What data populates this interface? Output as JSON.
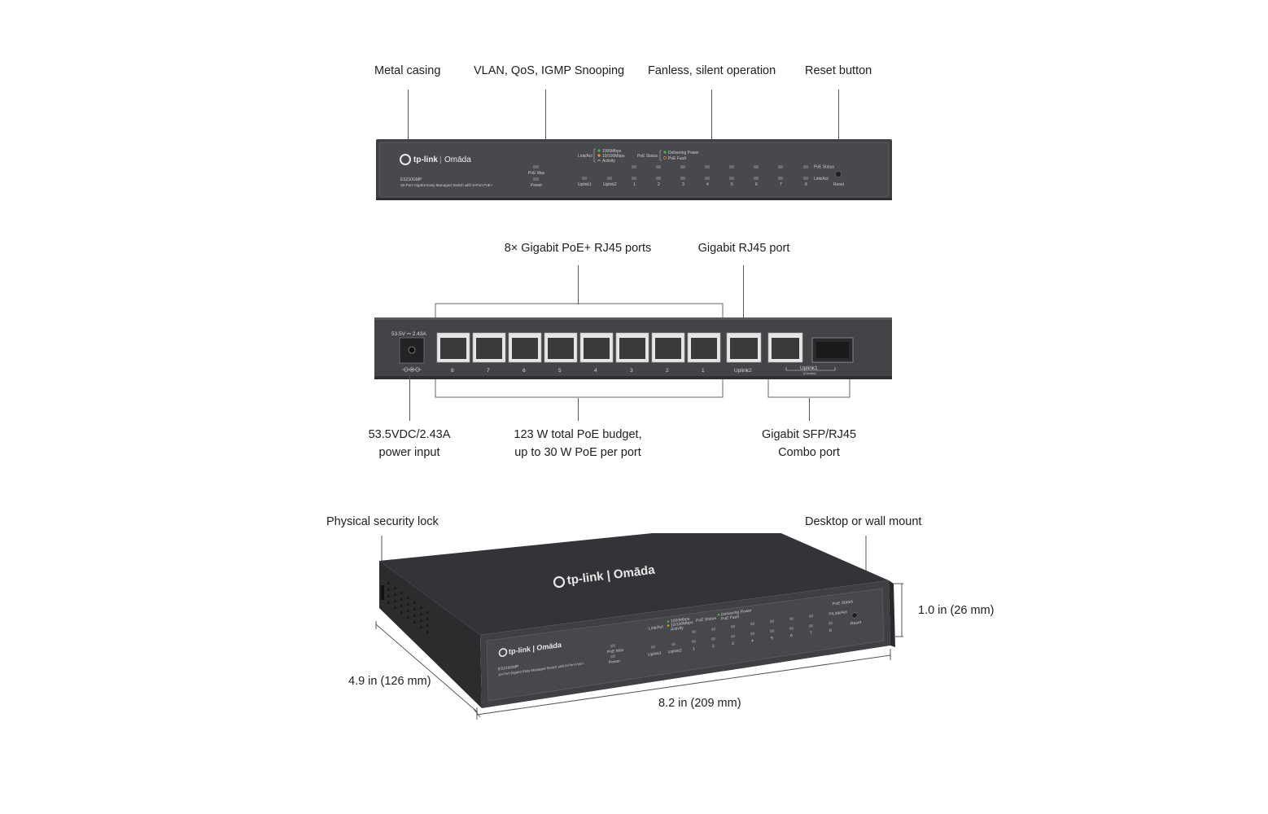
{
  "callouts": {
    "metal_casing": "Metal casing",
    "vlan": "VLAN, QoS, IGMP Snooping",
    "fanless": "Fanless, silent operation",
    "reset": "Reset button",
    "poe_ports": "8× Gigabit PoE+ RJ45 ports",
    "rj45_port": "Gigabit RJ45 port",
    "power_input_l1": "53.5VDC/2.43A",
    "power_input_l2": "power input",
    "poe_budget_l1": "123 W total PoE budget,",
    "poe_budget_l2": "up to 30 W PoE per port",
    "combo_l1": "Gigabit SFP/RJ45",
    "combo_l2": "Combo port",
    "security_lock": "Physical security lock",
    "mount": "Desktop or wall mount",
    "height": "1.0 in (26 mm)",
    "depth": "4.9 in (126 mm)",
    "width": "8.2 in (209 mm)"
  },
  "front_panel": {
    "brand": "tp-link",
    "sub_brand": "Omāda",
    "model": "ES210GMP",
    "description": "10-Port Gigabit Easy Managed Switch with 8-Port PoE+",
    "poe_max": "PoE Max",
    "power": "Power",
    "link_act": "Link/Act",
    "legend_1000": "1000Mbps",
    "legend_10100": "10/100Mbps",
    "legend_activity": "Activity",
    "poe_status": "PoE Status",
    "delivering_power": "Delivering Power",
    "poe_fault": "PoE Fault",
    "port_labels": [
      "Uplink1",
      "Uplink2",
      "1",
      "2",
      "3",
      "4",
      "5",
      "6",
      "7",
      "8"
    ],
    "poe_status_right": "PoE Status",
    "link_act_right": "Link/Act",
    "reset_label": "Reset"
  },
  "rear_panel": {
    "power_rating": "53.5V ⎓ 2.43A",
    "port_numbers": [
      "8",
      "7",
      "6",
      "5",
      "4",
      "3",
      "2",
      "1"
    ],
    "uplink2": "Uplink2",
    "uplink1": "Uplink1",
    "combo": "(Combo)"
  },
  "device_3d": {
    "top_logo": "tp-link | Omāda",
    "front_logo": "tp-link | Omāda",
    "model": "ES210GMP",
    "description": "10-Port Gigabit Easy Managed Switch with 8-Port PoE+",
    "poe_max": "PoE Max",
    "power": "Power",
    "link_act": "Link/Act",
    "legend_1000": "1000Mbps",
    "legend_10100": "10/100Mbps",
    "legend_activity": "Activity",
    "poe_status": "PoE Status",
    "delivering_power": "Delivering Power",
    "poe_fault": "PoE Fault",
    "uplink1": "Uplink1",
    "uplink2": "Uplink2",
    "ports": [
      "1",
      "2",
      "3",
      "4",
      "5",
      "6",
      "7",
      "8"
    ],
    "poe_status_right": "PoE Status",
    "link_act_right": "Link/Act",
    "reset": "Reset"
  },
  "colors": {
    "device_body": "#3c3d40",
    "device_face": "#4a4b4e",
    "led_green": "#3dbb4a",
    "led_amber": "#e79a1e",
    "callout_line": "#555555"
  }
}
